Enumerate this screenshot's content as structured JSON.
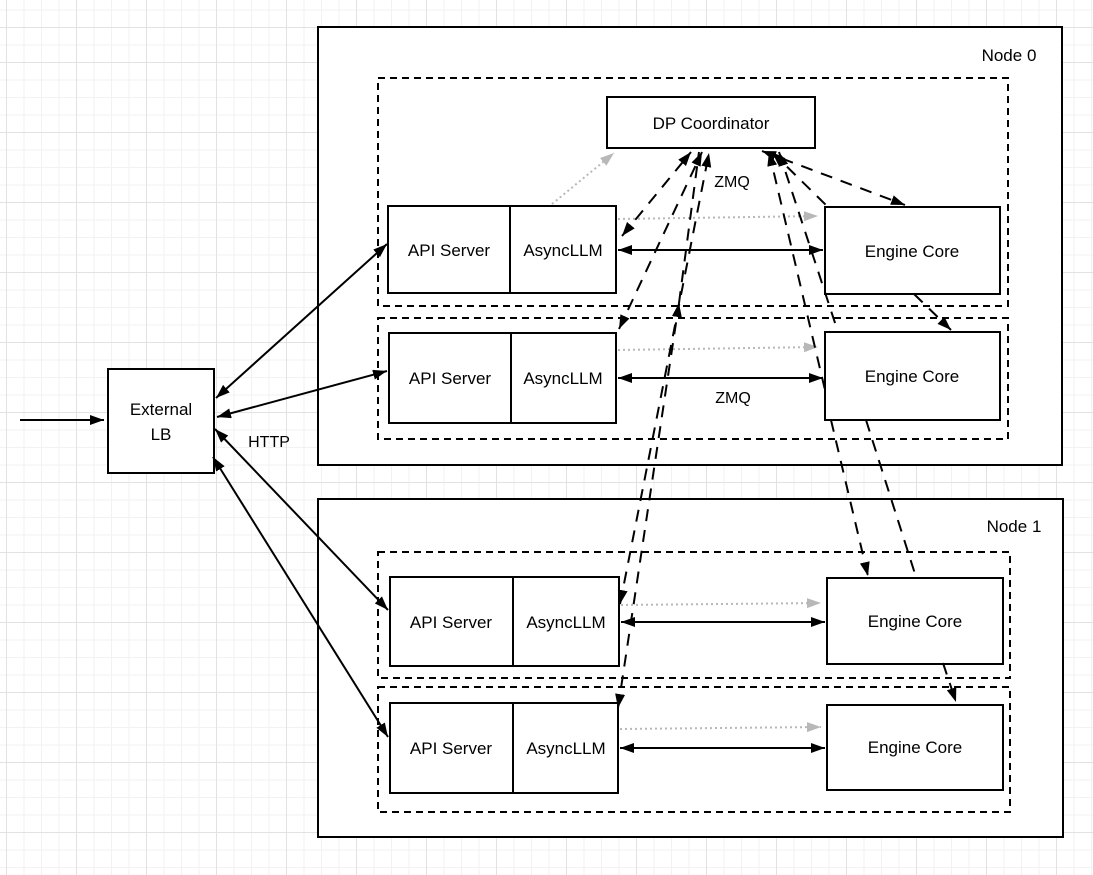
{
  "diagram": {
    "external_lb": {
      "line1": "External",
      "line2": "LB"
    },
    "labels": {
      "http": "HTTP",
      "zmq_coordinator": "ZMQ",
      "zmq_engine": "ZMQ"
    },
    "nodes": [
      {
        "label": "Node 0",
        "coordinator": "DP Coordinator",
        "ranks": [
          {
            "api_server": "API Server",
            "async_llm": "AsyncLLM",
            "engine_core": "Engine Core"
          },
          {
            "api_server": "API Server",
            "async_llm": "AsyncLLM",
            "engine_core": "Engine Core"
          }
        ]
      },
      {
        "label": "Node 1",
        "ranks": [
          {
            "api_server": "API Server",
            "async_llm": "AsyncLLM",
            "engine_core": "Engine Core"
          },
          {
            "api_server": "API Server",
            "async_llm": "AsyncLLM",
            "engine_core": "Engine Core"
          }
        ]
      }
    ],
    "colors": {
      "line": "#000000",
      "startup_line": "#b8b8b8",
      "box_fill": "#ffffff",
      "box_stroke": "#000000",
      "grid_minor": "#f2f2f2",
      "grid_major": "#e2e2e2"
    }
  }
}
